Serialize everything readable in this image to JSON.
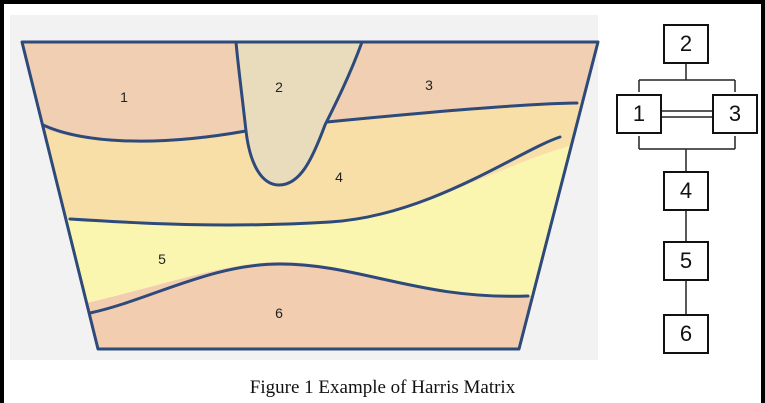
{
  "section": {
    "layers": [
      {
        "id": "1",
        "label": "1",
        "fill": "#f0cfb3"
      },
      {
        "id": "2",
        "label": "2",
        "fill": "#e9dcbd"
      },
      {
        "id": "3",
        "label": "3",
        "fill": "#f0cfb3"
      },
      {
        "id": "4",
        "label": "4",
        "fill": "#f8dfa8"
      },
      {
        "id": "5",
        "label": "5",
        "fill": "#faf6b0"
      },
      {
        "id": "6",
        "label": "6",
        "fill": "#f3cdb0"
      }
    ],
    "line_color": "#2e4a7a"
  },
  "matrix": {
    "nodes": [
      {
        "id": "2",
        "label": "2"
      },
      {
        "id": "1",
        "label": "1"
      },
      {
        "id": "3",
        "label": "3"
      },
      {
        "id": "4",
        "label": "4"
      },
      {
        "id": "5",
        "label": "5"
      },
      {
        "id": "6",
        "label": "6"
      }
    ]
  },
  "caption": "Figure 1 Example of Harris Matrix"
}
